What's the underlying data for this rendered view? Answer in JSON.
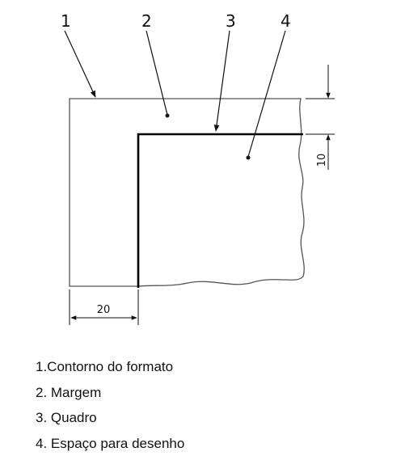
{
  "callouts": [
    "1",
    "2",
    "3",
    "4"
  ],
  "dimensions": {
    "margin_left": "20",
    "margin_top": "10"
  },
  "legend": [
    "1.Contorno do formato",
    "2. Margem",
    "3. Quadro",
    "4. Espaço para desenho"
  ]
}
